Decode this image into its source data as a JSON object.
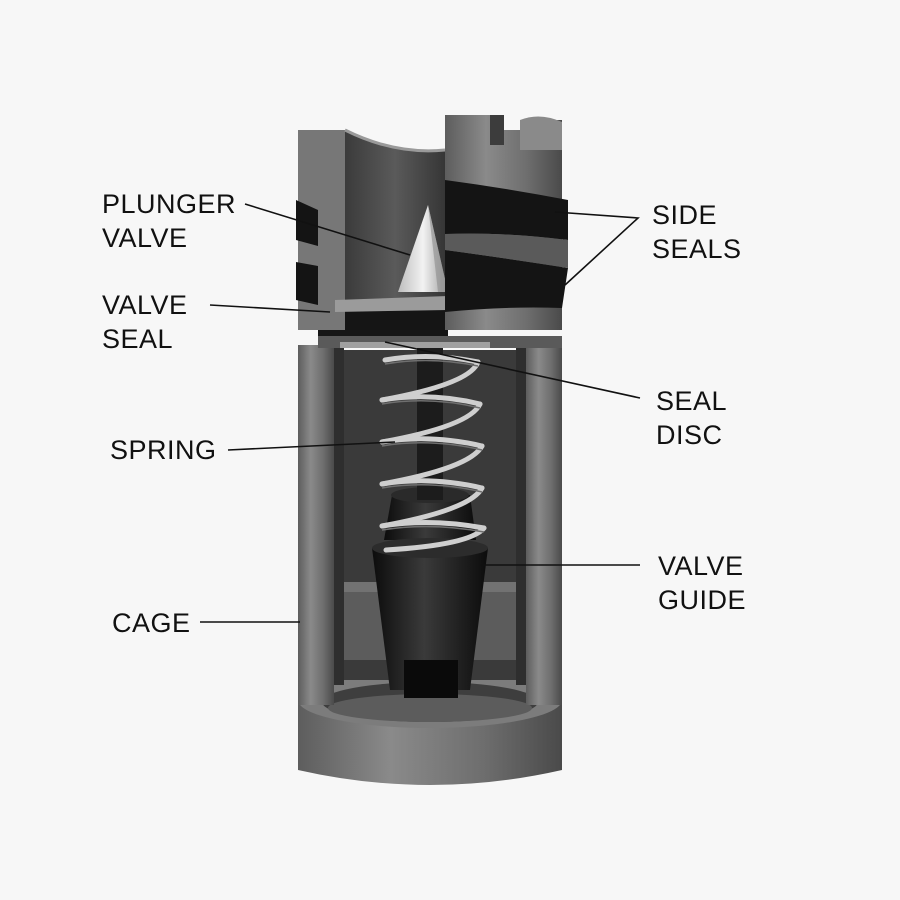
{
  "labels": {
    "plunger_valve": [
      "PLUNGER",
      "VALVE"
    ],
    "valve_seal": [
      "VALVE",
      "SEAL"
    ],
    "spring": [
      "SPRING"
    ],
    "cage": [
      "CAGE"
    ],
    "side_seals": [
      "SIDE",
      "SEALS"
    ],
    "seal_disc": [
      "SEAL",
      "DISC"
    ],
    "valve_guide": [
      "VALVE",
      "GUIDE"
    ]
  },
  "colors": {
    "metal_light": "#8a8a8a",
    "metal_mid": "#6b6b6b",
    "metal_dark": "#474747",
    "rubber": "#141414",
    "leader": "#111111"
  }
}
